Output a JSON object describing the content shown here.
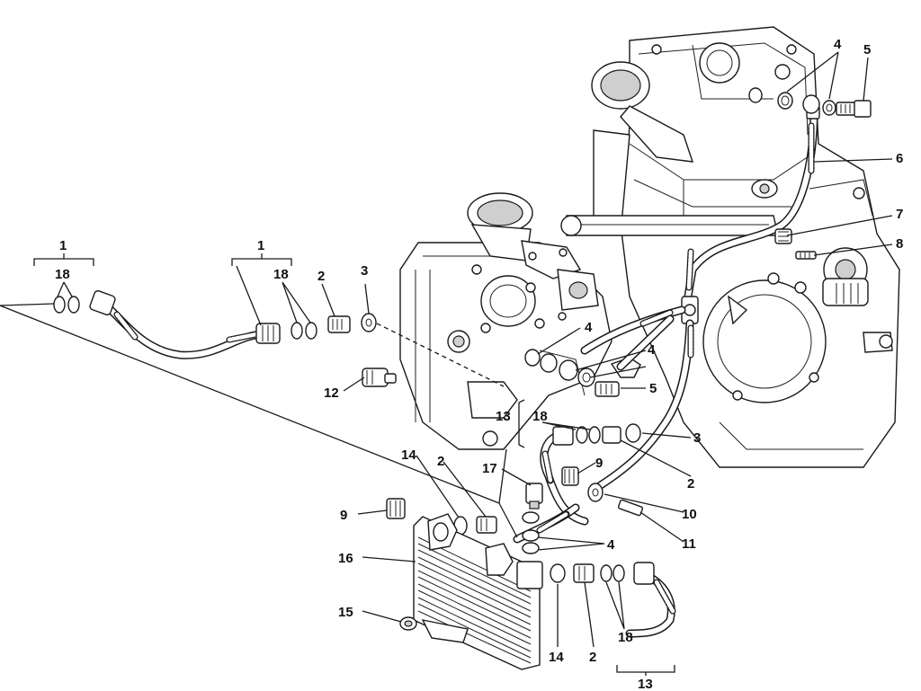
{
  "diagram": {
    "callouts": {
      "c1a": "1",
      "c18a": "18",
      "c1b": "1",
      "c18b": "18",
      "c2a": "2",
      "c3a": "3",
      "c4a": "4",
      "c5a": "5",
      "c6": "6",
      "c7": "7",
      "c8": "8",
      "c4b": "4",
      "c4c": "4",
      "c5b": "5",
      "c12": "12",
      "c13a": "13",
      "c18c": "18",
      "c3b": "3",
      "c2b": "2",
      "c14a": "14",
      "c2c": "2",
      "c17": "17",
      "c9a": "9",
      "c9b": "9",
      "c10": "10",
      "c11": "11",
      "c4d": "4",
      "c16": "16",
      "c15": "15",
      "c14b": "14",
      "c2d": "2",
      "c18d": "18",
      "c13b": "13"
    }
  }
}
